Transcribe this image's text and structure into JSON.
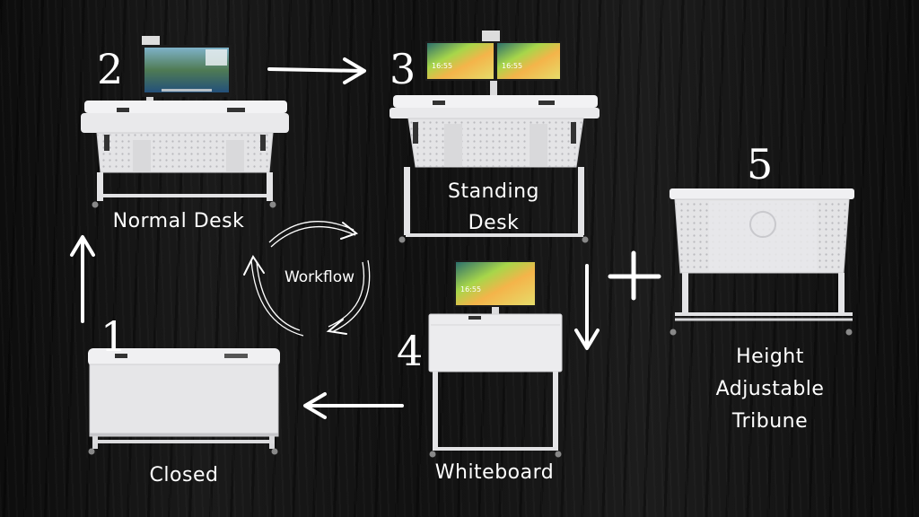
{
  "steps": {
    "s1": {
      "num": "1",
      "label": "Closed"
    },
    "s2": {
      "num": "2",
      "label": "Normal Desk"
    },
    "s3": {
      "num": "3",
      "label_line1": "Standing",
      "label_line2": "Desk"
    },
    "s4": {
      "num": "4",
      "label": "Whiteboard"
    },
    "s5": {
      "num": "5",
      "label_line1": "Height",
      "label_line2": "Adjustable",
      "label_line3": "Tribune"
    }
  },
  "cycle_label": "Workflow",
  "plus_sign": "+",
  "screen_time": "16:55",
  "colors": {
    "background": "#141414",
    "desk": "#e8e8ea",
    "text": "#ffffff",
    "screen_green": "#9fd13a",
    "screen_orange": "#f2a33a"
  }
}
